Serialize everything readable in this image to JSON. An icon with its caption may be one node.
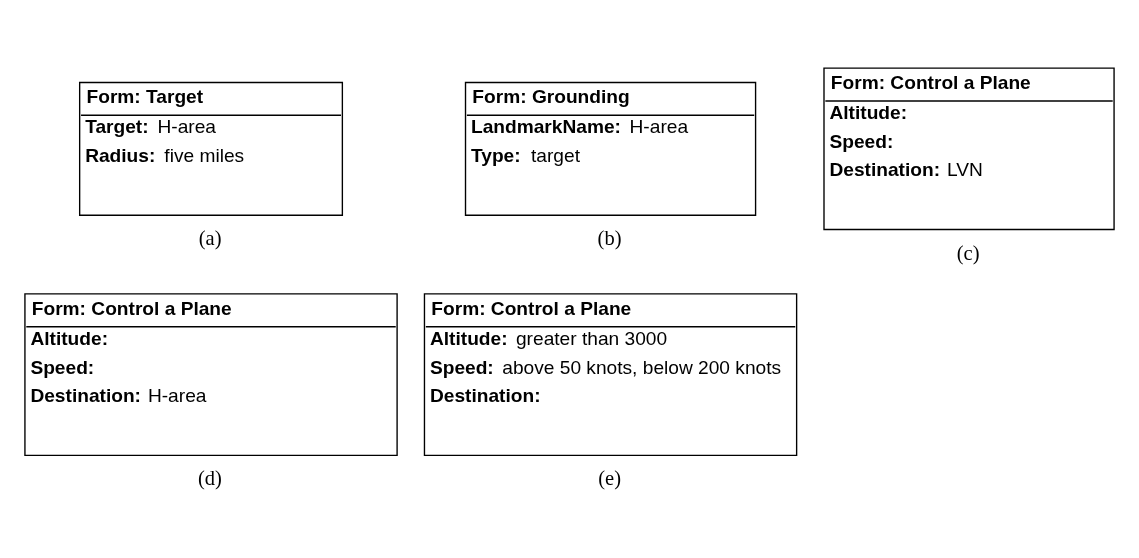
{
  "diagram": {
    "nodes": [
      {
        "text": [
          "Form: Target",
          "**Target:** H-area",
          "**Radius:** five miles"
        ],
        "beside": [
          "(a)"
        ]
      },
      {
        "text": [
          "Form: Grounding",
          "**LandmarkName:** H-area",
          "**Type:** target"
        ],
        "beside": [
          "(b)"
        ]
      },
      {
        "text": [
          "Form: Control a Plane",
          "**Altitude:**",
          "**Speed:**",
          "**Destination:** LVN"
        ],
        "beside": [
          "(c)"
        ]
      },
      {
        "text": [
          "Form: Control a Plane",
          "**Altitude:**",
          "**Speed:**",
          "**Destination:** H-area"
        ],
        "beside": [
          "(d)"
        ]
      },
      {
        "text": [
          "Form: Control a Plane",
          "**Altitude:** greater than 3000",
          "**Speed:** above 50 knots, below 200 knots",
          "**Destination:**"
        ],
        "beside": [
          "(e)"
        ]
      }
    ]
  }
}
